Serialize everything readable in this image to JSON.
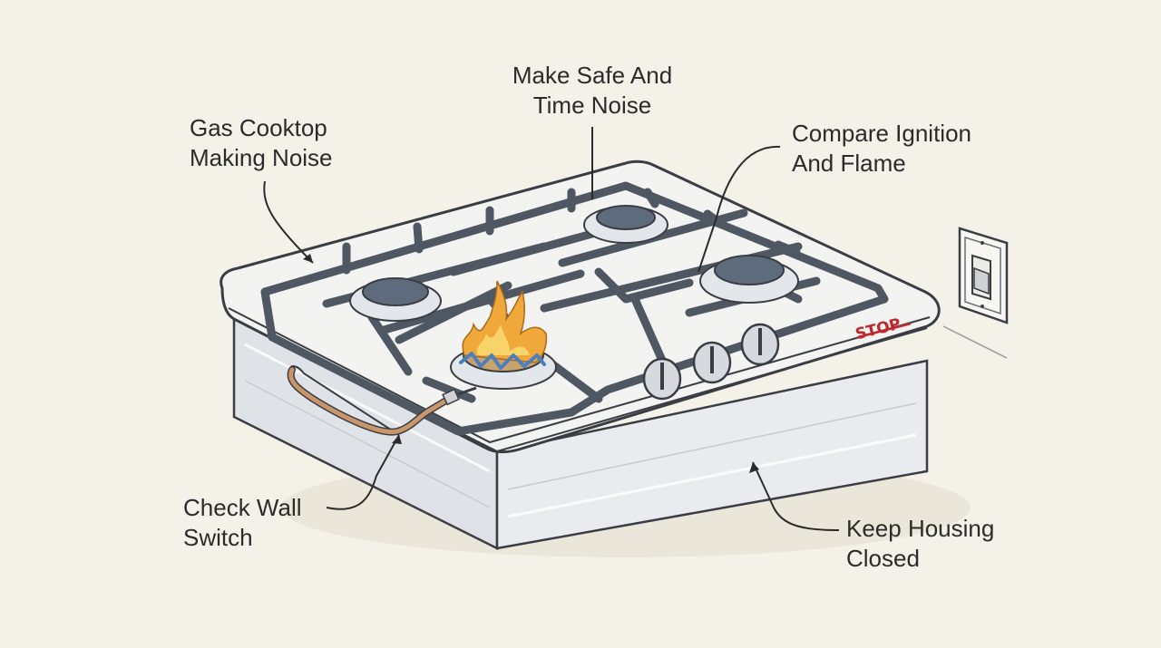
{
  "labels": {
    "gas_cooktop": [
      "Gas Cooktop",
      "Making Noise"
    ],
    "make_safe": [
      "Make Safe And",
      "Time Noise"
    ],
    "compare": [
      "Compare Ignition",
      "And Flame"
    ],
    "check_wall": [
      "Check Wall",
      "Switch"
    ],
    "keep_housing": [
      "Keep Housing",
      "Closed"
    ]
  },
  "stop_sign": "STOP",
  "colors": {
    "background": "#f4f1e8",
    "outline": "#3a3d44",
    "grate": "#4f5763",
    "burner_cap": "#5d6b7d",
    "flame_orange": "#f0a83a",
    "flame_blue": "#4a7fc0",
    "stop_red": "#c0262d",
    "hose": "#c9956a"
  },
  "icons": [
    "cooktop-illustration",
    "flame-icon",
    "wall-switch-icon",
    "gas-hose-icon",
    "control-knob-icon"
  ]
}
